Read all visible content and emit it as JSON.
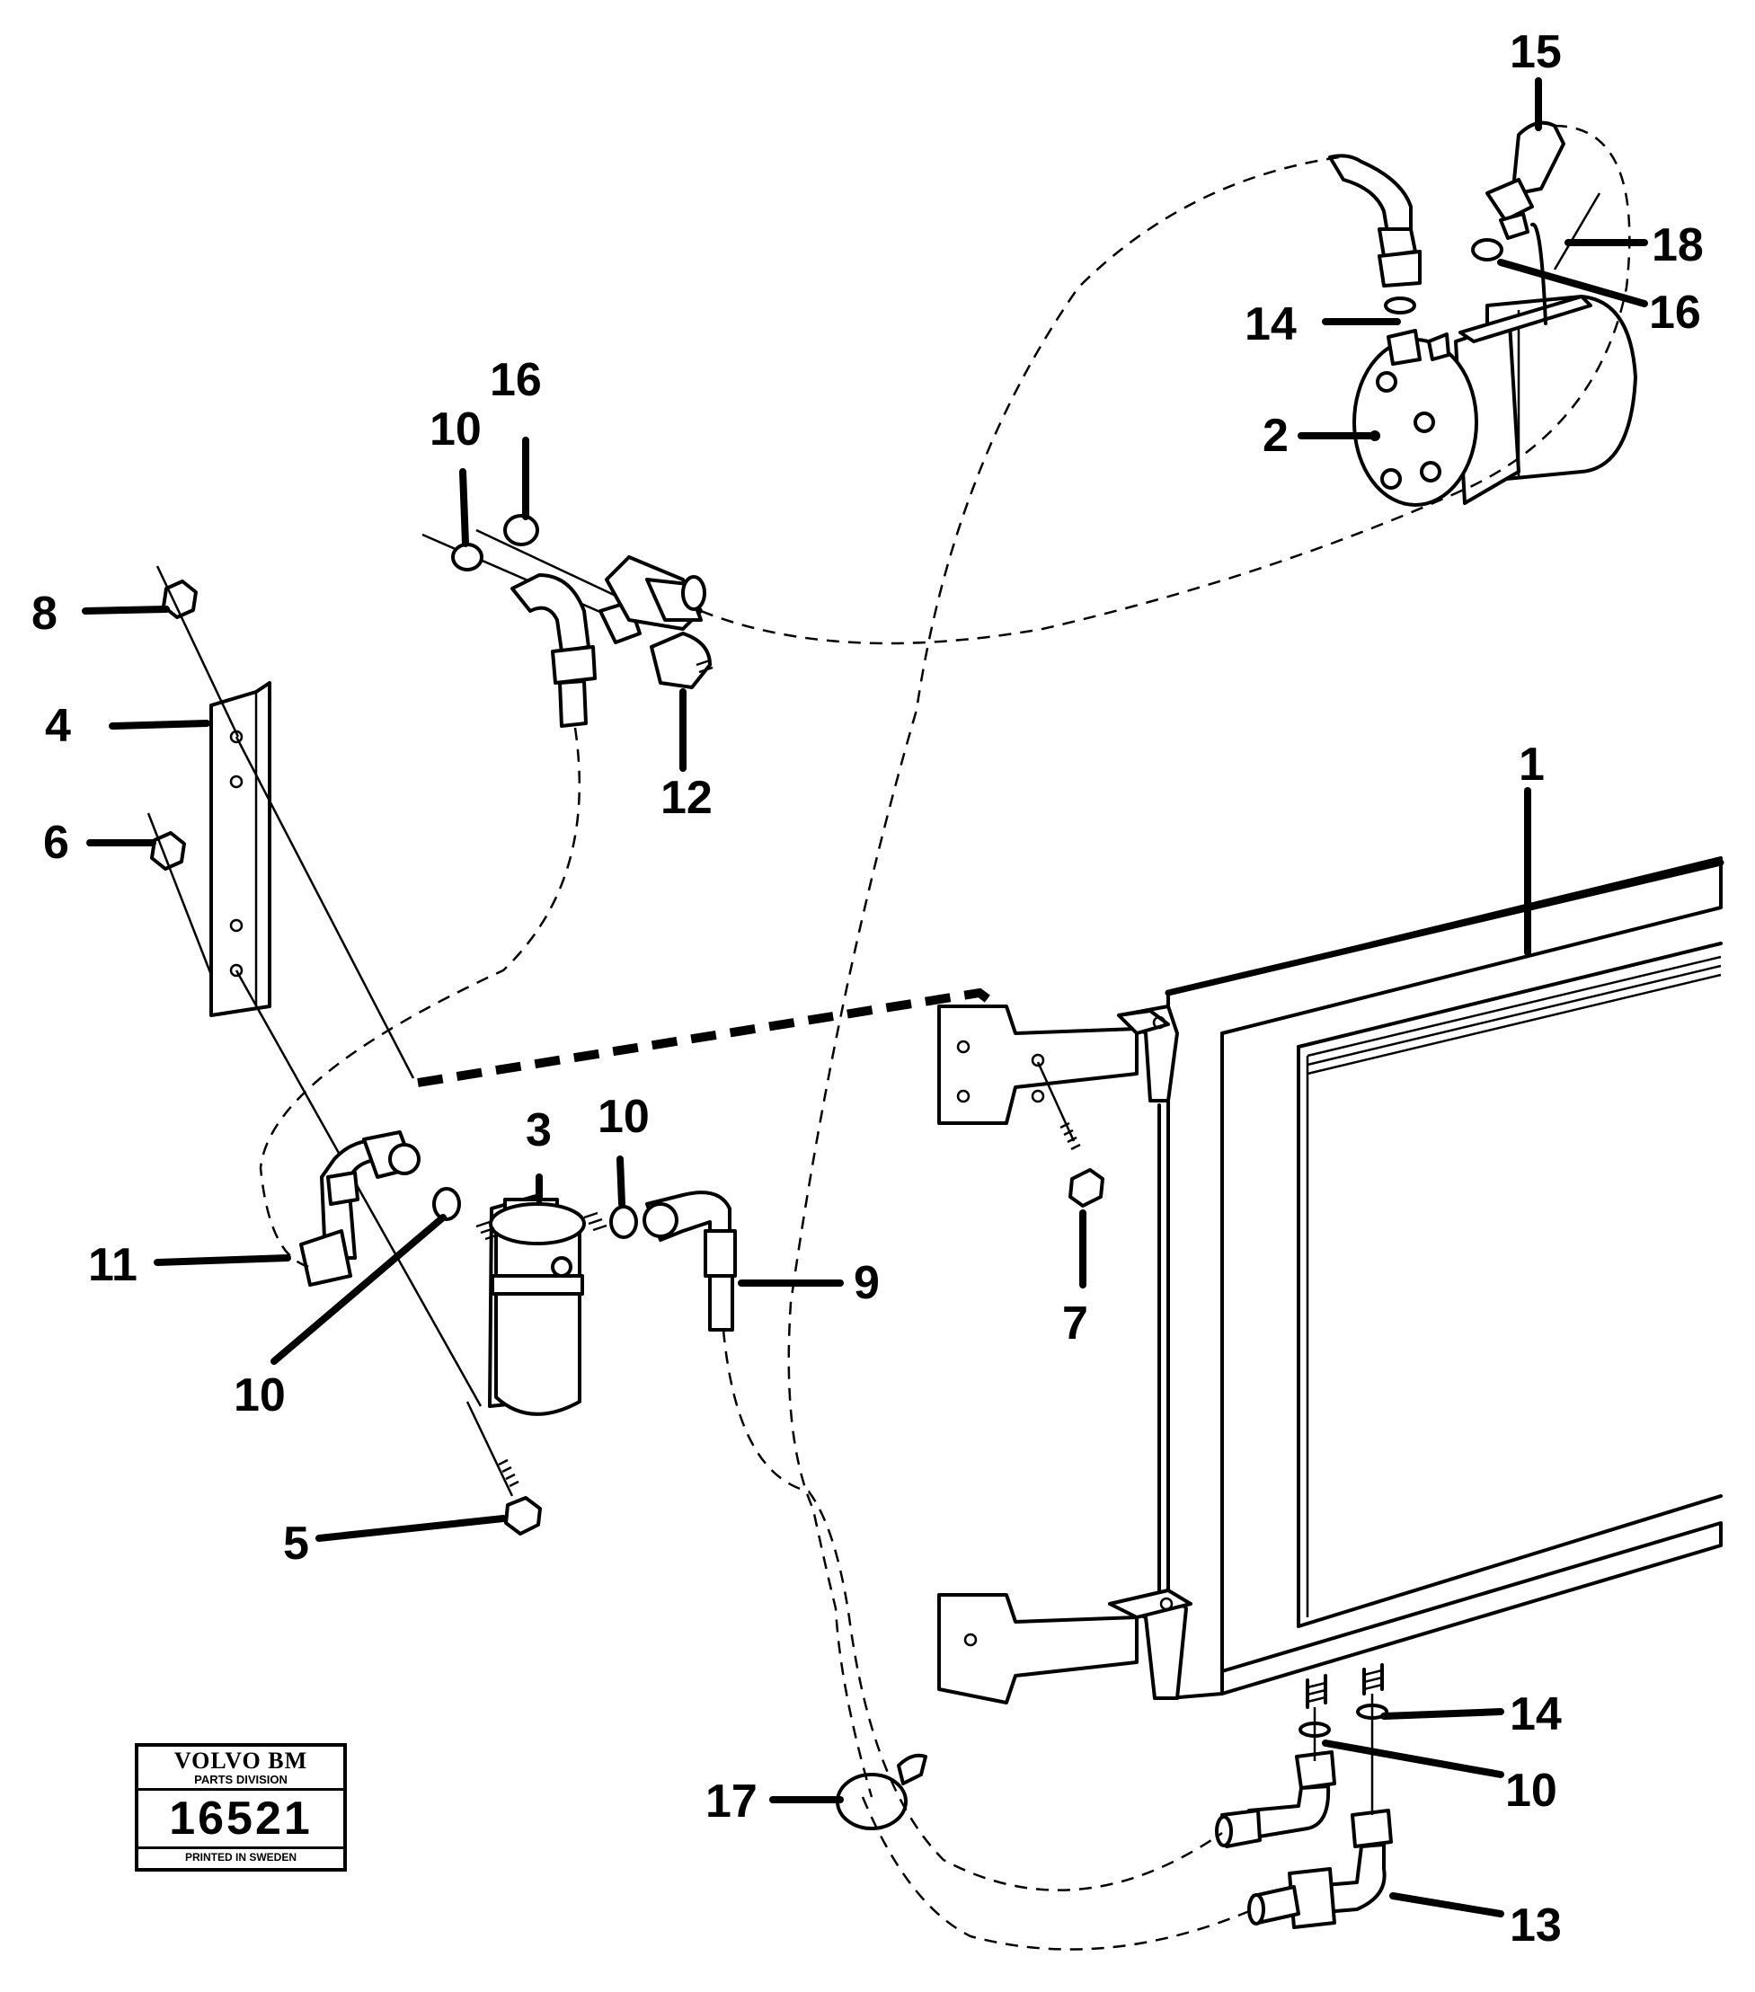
{
  "callouts": {
    "c1": "1",
    "c2": "2",
    "c3": "3",
    "c4": "4",
    "c5": "5",
    "c6": "6",
    "c7": "7",
    "c8": "8",
    "c9": "9",
    "c10a": "10",
    "c10b": "10",
    "c10c": "10",
    "c10d": "10",
    "c11": "11",
    "c12": "12",
    "c13": "13",
    "c14a": "14",
    "c14b": "14",
    "c15": "15",
    "c16a": "16",
    "c16b": "16",
    "c17": "17",
    "c18": "18"
  },
  "stamp": {
    "brand": "VOLVO BM",
    "division": "PARTS DIVISION",
    "number": "16521",
    "printed": "PRINTED IN SWEDEN"
  }
}
